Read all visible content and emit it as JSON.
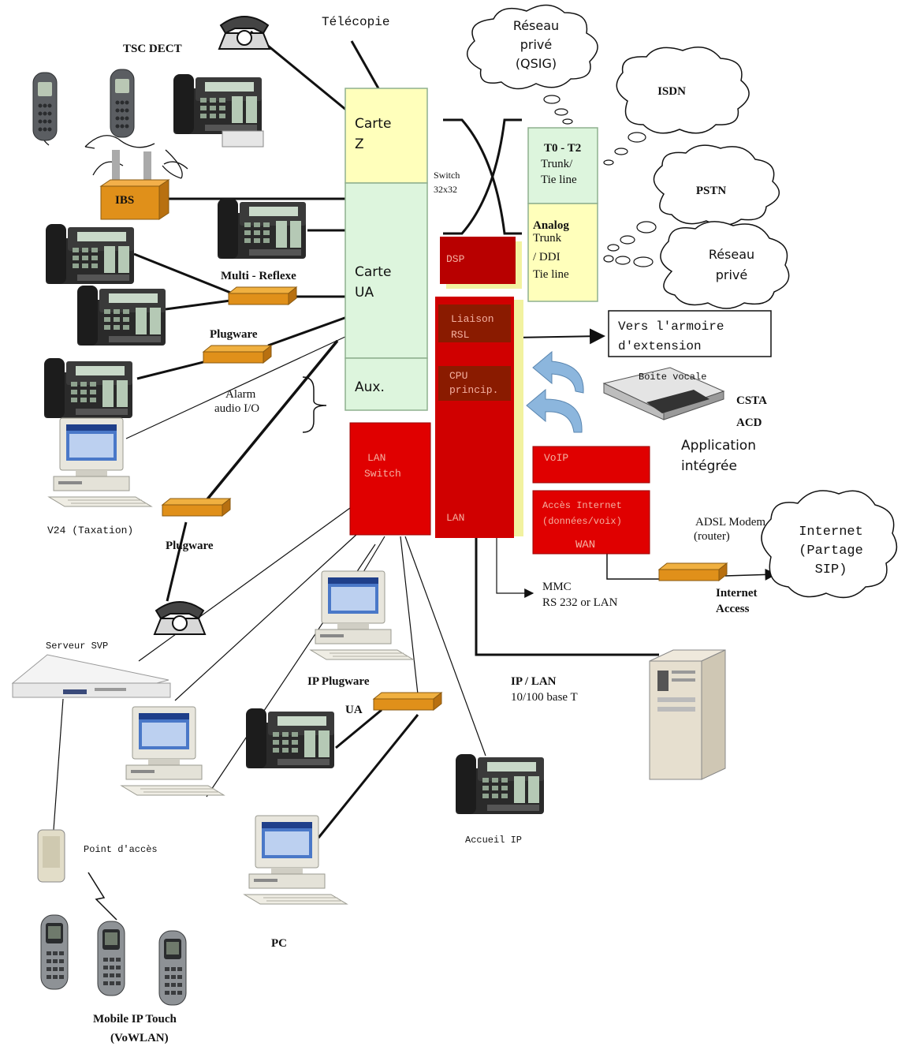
{
  "labels": {
    "telecopie": "Télécopie",
    "tsc_dect": "TSC DECT",
    "ibs": "IBS",
    "carte_z_1": "Carte",
    "carte_z_2": "Z",
    "carte_ua_1": "Carte",
    "carte_ua_2": "UA",
    "aux": "Aux.",
    "switch_1": "Switch",
    "switch_2": "32x32",
    "t0t2_1": "T0 - T2",
    "t0t2_2": "Trunk/",
    "t0t2_3": "Tie line",
    "analog_1": "Analog",
    "analog_2": "Trunk",
    "analog_3": "/ DDI",
    "analog_4": "Tie line",
    "reseau_prive_qsig_1": "Réseau",
    "reseau_prive_qsig_2": "privé",
    "reseau_prive_qsig_3": "(QSIG)",
    "isdn": "ISDN",
    "pstn": "PSTN",
    "reseau_prive_1": "Réseau",
    "reseau_prive_2": "privé",
    "dsp": "DSP",
    "liaison_1": "Liaison",
    "liaison_2": "RSL",
    "cpu_1": "CPU",
    "cpu_2": "princip.",
    "lan_cpu": "LAN",
    "vers_armoire_1": "Vers l'armoire",
    "vers_armoire_2": "d'extension",
    "boite_vocale": "Boite vocale",
    "csta": "CSTA",
    "acd": "ACD",
    "app_1": "Application",
    "app_2": "intégrée",
    "multi_reflexe": "Multi  - Reflexe",
    "plugware_1": "Plugware",
    "alarm_1": "Alarm",
    "alarm_2": "audio I/O",
    "v24": "V24 (Taxation)",
    "plugware_2": "Plugware",
    "lan_switch_1": "LAN",
    "lan_switch_2": "Switch",
    "voip": "VoIP",
    "acces_internet_1": "Accès Internet",
    "acces_internet_2": "(données/voix)",
    "wan": "WAN",
    "adsl_1": "ADSL Modem",
    "adsl_2": "(router)",
    "internet_1": "Internet",
    "internet_2": "(Partage",
    "internet_3": "SIP)",
    "internet_access_1": "Internet",
    "internet_access_2": "Access",
    "mmc_1": "MMC",
    "mmc_2": "RS 232 or LAN",
    "serveur_svp": "Serveur SVP",
    "ip_plugware": "IP Plugware",
    "ua": "UA",
    "ip_lan_1": "IP / LAN",
    "ip_lan_2": "10/100 base T",
    "point_acces": "Point d'accès",
    "accueil_ip": "Accueil IP",
    "pc": "PC",
    "mobile_1": "Mobile IP Touch",
    "mobile_2": "(VoWLAN)"
  },
  "colors": {
    "card_yellow": "#ffffbb",
    "card_green": "#ddf5dd",
    "card_edge": "#8fb08f",
    "red": "#e00000",
    "dark_red": "#b80000",
    "brown": "#8a1b00",
    "orange": "#e0901a",
    "arrow_blue": "#8cb6dd"
  }
}
